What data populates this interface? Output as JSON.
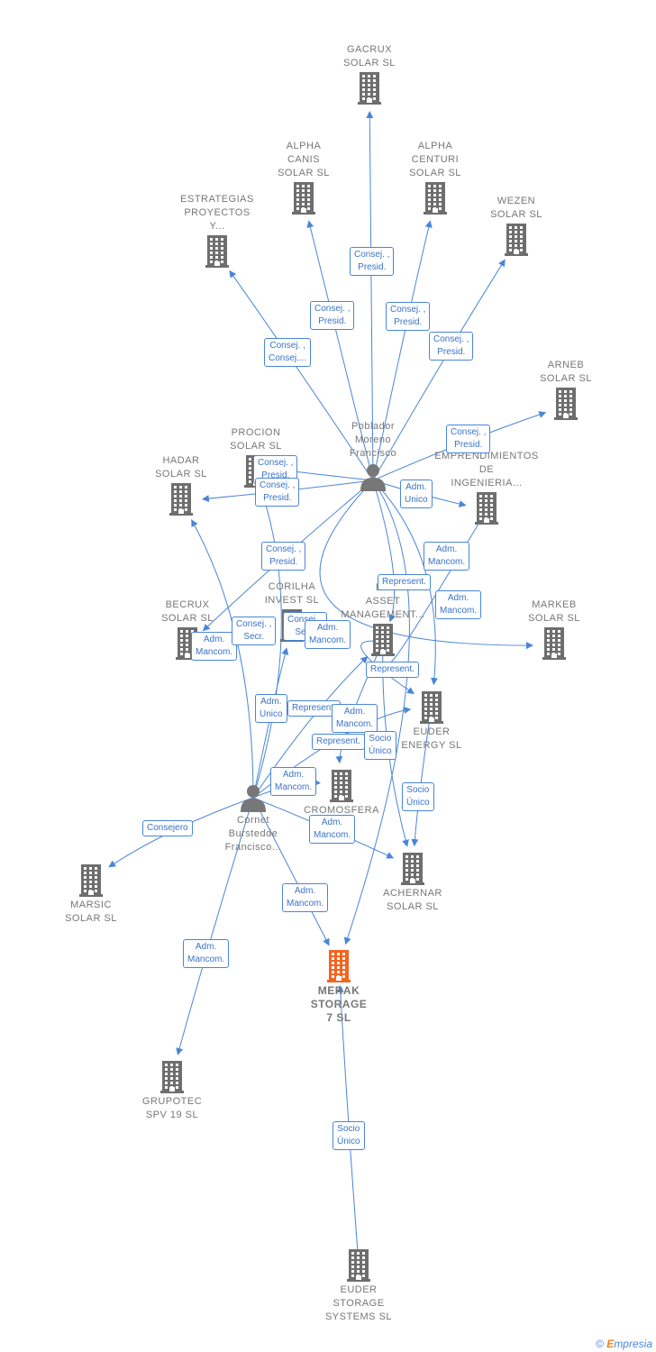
{
  "colors": {
    "edge": "#4a86d8",
    "building": "#6e6e6e",
    "target": "#f26522",
    "person": "#777777"
  },
  "nodes": [
    {
      "id": "gacrux",
      "kind": "company",
      "label": "GACRUX\nSOLAR  SL",
      "labelPos": "above"
    },
    {
      "id": "alphacanis",
      "kind": "company",
      "label": "ALPHA\nCANIS\nSOLAR  SL",
      "labelPos": "above"
    },
    {
      "id": "alphacenturi",
      "kind": "company",
      "label": "ALPHA\nCENTURI\nSOLAR  SL",
      "labelPos": "above"
    },
    {
      "id": "estrategias",
      "kind": "company",
      "label": "ESTRATEGIAS\nPROYECTOS\nY...",
      "labelPos": "above"
    },
    {
      "id": "wezen",
      "kind": "company",
      "label": "WEZEN\nSOLAR  SL",
      "labelPos": "above"
    },
    {
      "id": "arneb",
      "kind": "company",
      "label": "ARNEB\nSOLAR  SL",
      "labelPos": "above"
    },
    {
      "id": "poblador",
      "kind": "person",
      "label": "Poblador\nMoreno\nFrancisco",
      "labelPos": "above"
    },
    {
      "id": "procion",
      "kind": "company",
      "label": "PROCION\nSOLAR  SL",
      "labelPos": "above"
    },
    {
      "id": "hadar",
      "kind": "company",
      "label": "HADAR\nSOLAR  SL",
      "labelPos": "above"
    },
    {
      "id": "emprendimientos",
      "kind": "company",
      "label": "EMPRENDIMIENTOS\nDE\nINGENIERIA...",
      "labelPos": "above"
    },
    {
      "id": "corilha",
      "kind": "company",
      "label": "CORILHA\nINVEST  SL",
      "labelPos": "above"
    },
    {
      "id": "asset",
      "kind": "company",
      "label": "EU\nASSET\nMANAGEMENT...",
      "labelPos": "above"
    },
    {
      "id": "becrux",
      "kind": "company",
      "label": "BECRUX\nSOLAR  SL",
      "labelPos": "above"
    },
    {
      "id": "markeb",
      "kind": "company",
      "label": "MARKEB\nSOLAR  SL",
      "labelPos": "above"
    },
    {
      "id": "euderenergy",
      "kind": "company",
      "label": "EUDER\nENERGY  SL",
      "labelPos": "below"
    },
    {
      "id": "cromosfera",
      "kind": "company",
      "label": "CROMOSFERA\nSL",
      "labelPos": "below"
    },
    {
      "id": "cornet",
      "kind": "person",
      "label": "Cornet\nBurstedde\nFrancisco...",
      "labelPos": "below"
    },
    {
      "id": "marsic",
      "kind": "company",
      "label": "MARSIC\nSOLAR  SL",
      "labelPos": "below"
    },
    {
      "id": "achernar",
      "kind": "company",
      "label": "ACHERNAR\nSOLAR  SL",
      "labelPos": "below"
    },
    {
      "id": "merak",
      "kind": "target",
      "label": "MERAK\nSTORAGE\n7  SL",
      "labelPos": "below"
    },
    {
      "id": "grupotec",
      "kind": "company",
      "label": "GRUPOTEC\nSPV 19  SL",
      "labelPos": "below"
    },
    {
      "id": "euderstorage",
      "kind": "company",
      "label": "EUDER\nSTORAGE\nSYSTEMS  SL",
      "labelPos": "below"
    }
  ],
  "edges": [
    {
      "from": "poblador",
      "to": "gacrux",
      "label": "Consej. ,\nPresid."
    },
    {
      "from": "poblador",
      "to": "alphacanis",
      "label": "Consej. ,\nPresid."
    },
    {
      "from": "poblador",
      "to": "alphacenturi",
      "label": "Consej. ,\nPresid."
    },
    {
      "from": "poblador",
      "to": "estrategias",
      "label": "Consej. ,\nConsej...."
    },
    {
      "from": "poblador",
      "to": "wezen",
      "label": "Consej. ,\nPresid."
    },
    {
      "from": "poblador",
      "to": "arneb",
      "label": "Consej. ,\nPresid."
    },
    {
      "from": "poblador",
      "to": "procion",
      "label": "Consej. ,\nPresid."
    },
    {
      "from": "poblador",
      "to": "hadar",
      "label": "Consej. ,\nPresid."
    },
    {
      "from": "poblador",
      "to": "becrux",
      "label": "Consej. ,\nPresid."
    },
    {
      "from": "poblador",
      "to": "emprendimientos",
      "label": "Adm.\nUnico"
    },
    {
      "from": "poblador",
      "to": "asset",
      "label": "Represent."
    },
    {
      "from": "poblador",
      "to": "markeb",
      "label": "Adm.\nMancom."
    },
    {
      "from": "poblador",
      "to": "euderenergy",
      "label": "Adm.\nMancom."
    },
    {
      "from": "poblador",
      "to": "merak",
      "label": "Adm.\nMancom."
    },
    {
      "from": "emprendimientos",
      "to": "asset",
      "label": "Represent."
    },
    {
      "from": "cornet",
      "to": "hadar",
      "label": "Consej. ,\nSecr."
    },
    {
      "from": "cornet",
      "to": "procion",
      "label": "Consej. ,\nSecr."
    },
    {
      "from": "cornet",
      "to": "corilha",
      "label": "Adm.\nUnico"
    },
    {
      "from": "cornet",
      "to": "asset",
      "label": "Represent."
    },
    {
      "from": "cornet",
      "to": "euderenergy",
      "label": "Adm.\nMancom."
    },
    {
      "from": "cornet",
      "to": "cromosfera",
      "label": "Adm.\nMancom."
    },
    {
      "from": "cornet",
      "to": "achernar",
      "label": "Adm.\nMancom."
    },
    {
      "from": "cornet",
      "to": "marsic",
      "label": "Consejero"
    },
    {
      "from": "cornet",
      "to": "merak",
      "label": "Adm.\nMancom."
    },
    {
      "from": "cornet",
      "to": "grupotec",
      "label": "Adm.\nMancom."
    },
    {
      "from": "asset",
      "to": "cromosfera",
      "label": "Represent."
    },
    {
      "from": "asset",
      "to": "euderenergy",
      "label": "Adm.\nMancom."
    },
    {
      "from": "euderenergy",
      "to": "achernar",
      "label": "Socio\nÚnico"
    },
    {
      "from": "asset",
      "to": "achernar",
      "label": "Socio\nÚnico"
    },
    {
      "from": "euderstorage",
      "to": "merak",
      "label": "Socio\nÚnico"
    }
  ],
  "footer": {
    "copyright": "©",
    "brand_e": "E",
    "brand_rest": "mpresia"
  }
}
